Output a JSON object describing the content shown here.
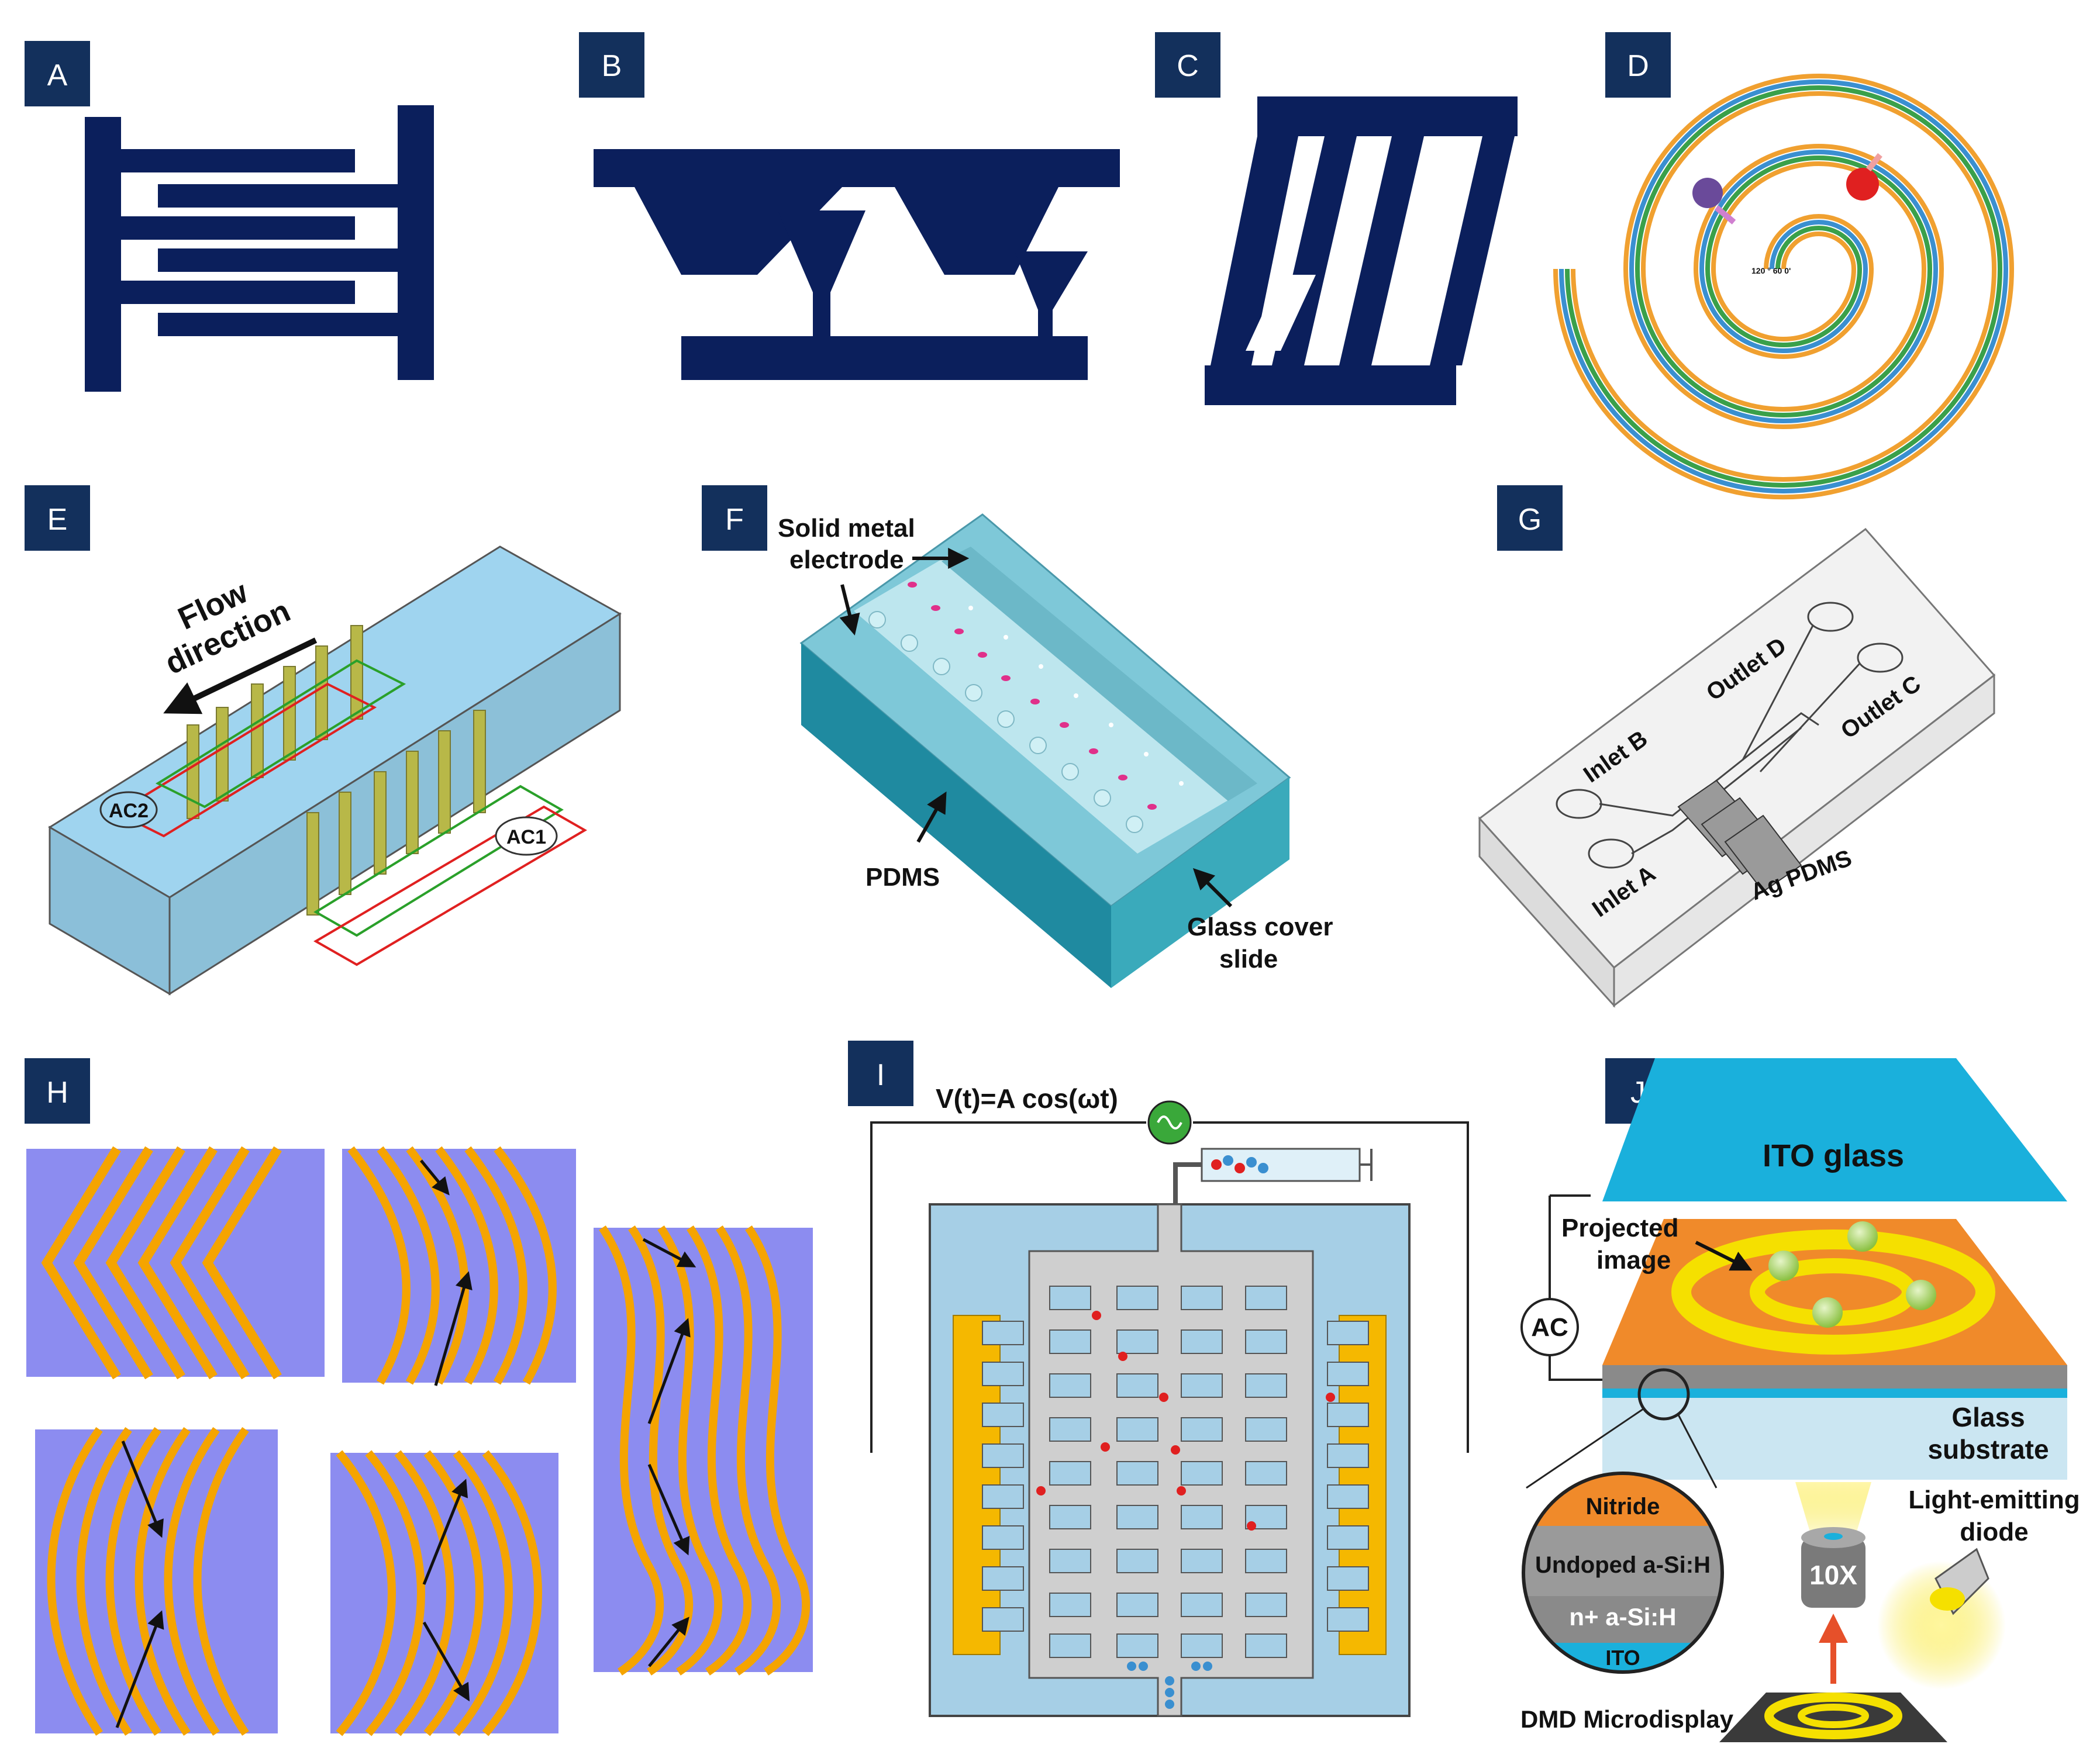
{
  "panels": {
    "A": "A",
    "B": "B",
    "C": "C",
    "D": "D",
    "E": "E",
    "F": "F",
    "G": "G",
    "H": "H",
    "I": "I",
    "J": "J"
  },
  "d": {
    "angle_text": "120 ° 60 0'"
  },
  "e": {
    "flow_line1": "Flow",
    "flow_line2": "direction",
    "ac1": "AC1",
    "ac2": "AC2"
  },
  "f": {
    "electrode_line1": "Solid metal",
    "electrode_line2": "electrode",
    "pdms": "PDMS",
    "glass_line1": "Glass cover",
    "glass_line2": "slide"
  },
  "g": {
    "inlet_a": "Inlet A",
    "inlet_b": "Inlet B",
    "outlet_c": "Outlet C",
    "outlet_d": "Outlet D",
    "ag_pdms": "Ag PDMS"
  },
  "i": {
    "voltage": "V(t)=A cos(ωt)"
  },
  "j": {
    "ito_glass": "ITO glass",
    "projected_line1": "Projected",
    "projected_line2": "image",
    "ac": "AC",
    "glass_line1": "Glass",
    "glass_line2": "substrate",
    "led_line1": "Light-emitting",
    "led_line2": "diode",
    "objective": "10X",
    "nitride": "Nitride",
    "undoped": "Undoped a-Si:H",
    "nplus": "n+ a-Si:H",
    "ito": "ITO",
    "dmd": "DMD Microdisplay"
  },
  "colors": {
    "navy": "#0b1f5c",
    "badge": "#13305c",
    "orange": "#f0a030",
    "green": "#3aa04a",
    "blue": "#3a8fd0",
    "purple_bg": "#8c8cf0",
    "yellow_electrode": "#f5b800",
    "cyan_channel": "#8fd4e6",
    "light_blue": "#a6cfe6"
  }
}
